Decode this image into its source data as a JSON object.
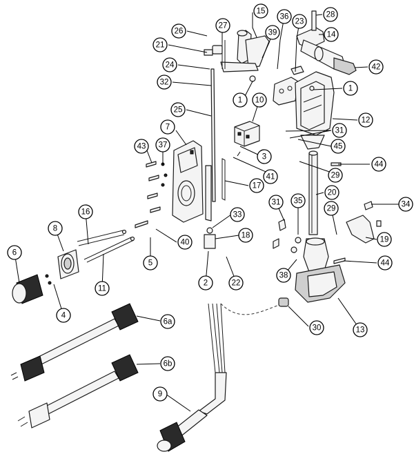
{
  "diagram": {
    "callouts": [
      {
        "id": "c28",
        "label": "28"
      },
      {
        "id": "c15",
        "label": "15"
      },
      {
        "id": "c36",
        "label": "36"
      },
      {
        "id": "c23",
        "label": "23"
      },
      {
        "id": "c27",
        "label": "27"
      },
      {
        "id": "c26",
        "label": "26"
      },
      {
        "id": "c39",
        "label": "39"
      },
      {
        "id": "c14",
        "label": "14"
      },
      {
        "id": "c21",
        "label": "21"
      },
      {
        "id": "c42",
        "label": "42"
      },
      {
        "id": "c24",
        "label": "24"
      },
      {
        "id": "c32",
        "label": "32"
      },
      {
        "id": "c1a",
        "label": "1"
      },
      {
        "id": "c1b",
        "label": "1"
      },
      {
        "id": "c25",
        "label": "25"
      },
      {
        "id": "c10",
        "label": "10"
      },
      {
        "id": "c12",
        "label": "12"
      },
      {
        "id": "c7",
        "label": "7"
      },
      {
        "id": "c31a",
        "label": "31"
      },
      {
        "id": "c45",
        "label": "45"
      },
      {
        "id": "c43",
        "label": "43"
      },
      {
        "id": "c37",
        "label": "37"
      },
      {
        "id": "c3",
        "label": "3"
      },
      {
        "id": "c44a",
        "label": "44"
      },
      {
        "id": "c41",
        "label": "41"
      },
      {
        "id": "c29a",
        "label": "29"
      },
      {
        "id": "c17",
        "label": "17"
      },
      {
        "id": "c20",
        "label": "20"
      },
      {
        "id": "c16",
        "label": "16"
      },
      {
        "id": "c31b",
        "label": "31"
      },
      {
        "id": "c35",
        "label": "35"
      },
      {
        "id": "c34",
        "label": "34"
      },
      {
        "id": "c29b",
        "label": "29"
      },
      {
        "id": "c33",
        "label": "33"
      },
      {
        "id": "c8",
        "label": "8"
      },
      {
        "id": "c18",
        "label": "18"
      },
      {
        "id": "c40",
        "label": "40"
      },
      {
        "id": "c19",
        "label": "19"
      },
      {
        "id": "c6",
        "label": "6"
      },
      {
        "id": "c5",
        "label": "5"
      },
      {
        "id": "c44b",
        "label": "44"
      },
      {
        "id": "c11",
        "label": "11"
      },
      {
        "id": "c38",
        "label": "38"
      },
      {
        "id": "c2",
        "label": "2"
      },
      {
        "id": "c22",
        "label": "22"
      },
      {
        "id": "c4",
        "label": "4"
      },
      {
        "id": "c30",
        "label": "30"
      },
      {
        "id": "c13",
        "label": "13"
      },
      {
        "id": "c6a",
        "label": "6a"
      },
      {
        "id": "c6b",
        "label": "6b"
      },
      {
        "id": "c9",
        "label": "9"
      }
    ]
  }
}
